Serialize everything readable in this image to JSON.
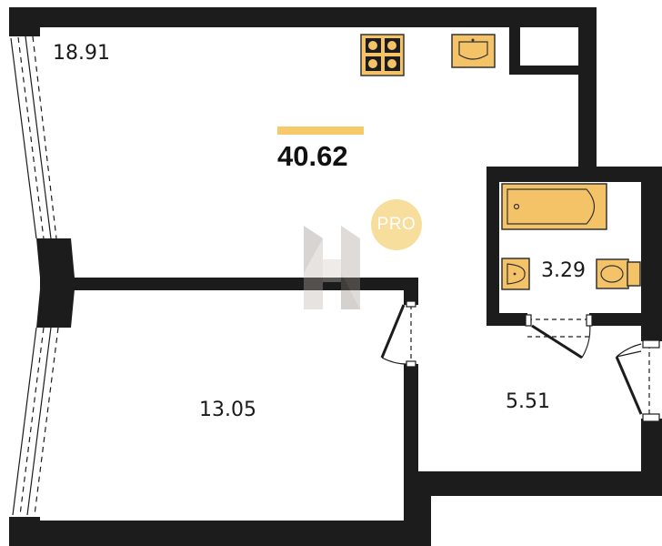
{
  "plan": {
    "total_area": "40.62",
    "rooms": [
      {
        "id": "living",
        "area": "18.91"
      },
      {
        "id": "bedroom",
        "area": "13.05"
      },
      {
        "id": "hall",
        "area": "5.51"
      },
      {
        "id": "bathroom",
        "area": "3.29"
      }
    ],
    "badge": "PRO",
    "colors": {
      "wall": "#1c1c1c",
      "fixture": "#f5c367",
      "fixture_outline": "#333333",
      "accent_bar": "#f7c96a",
      "badge": "#f8de9c"
    }
  }
}
